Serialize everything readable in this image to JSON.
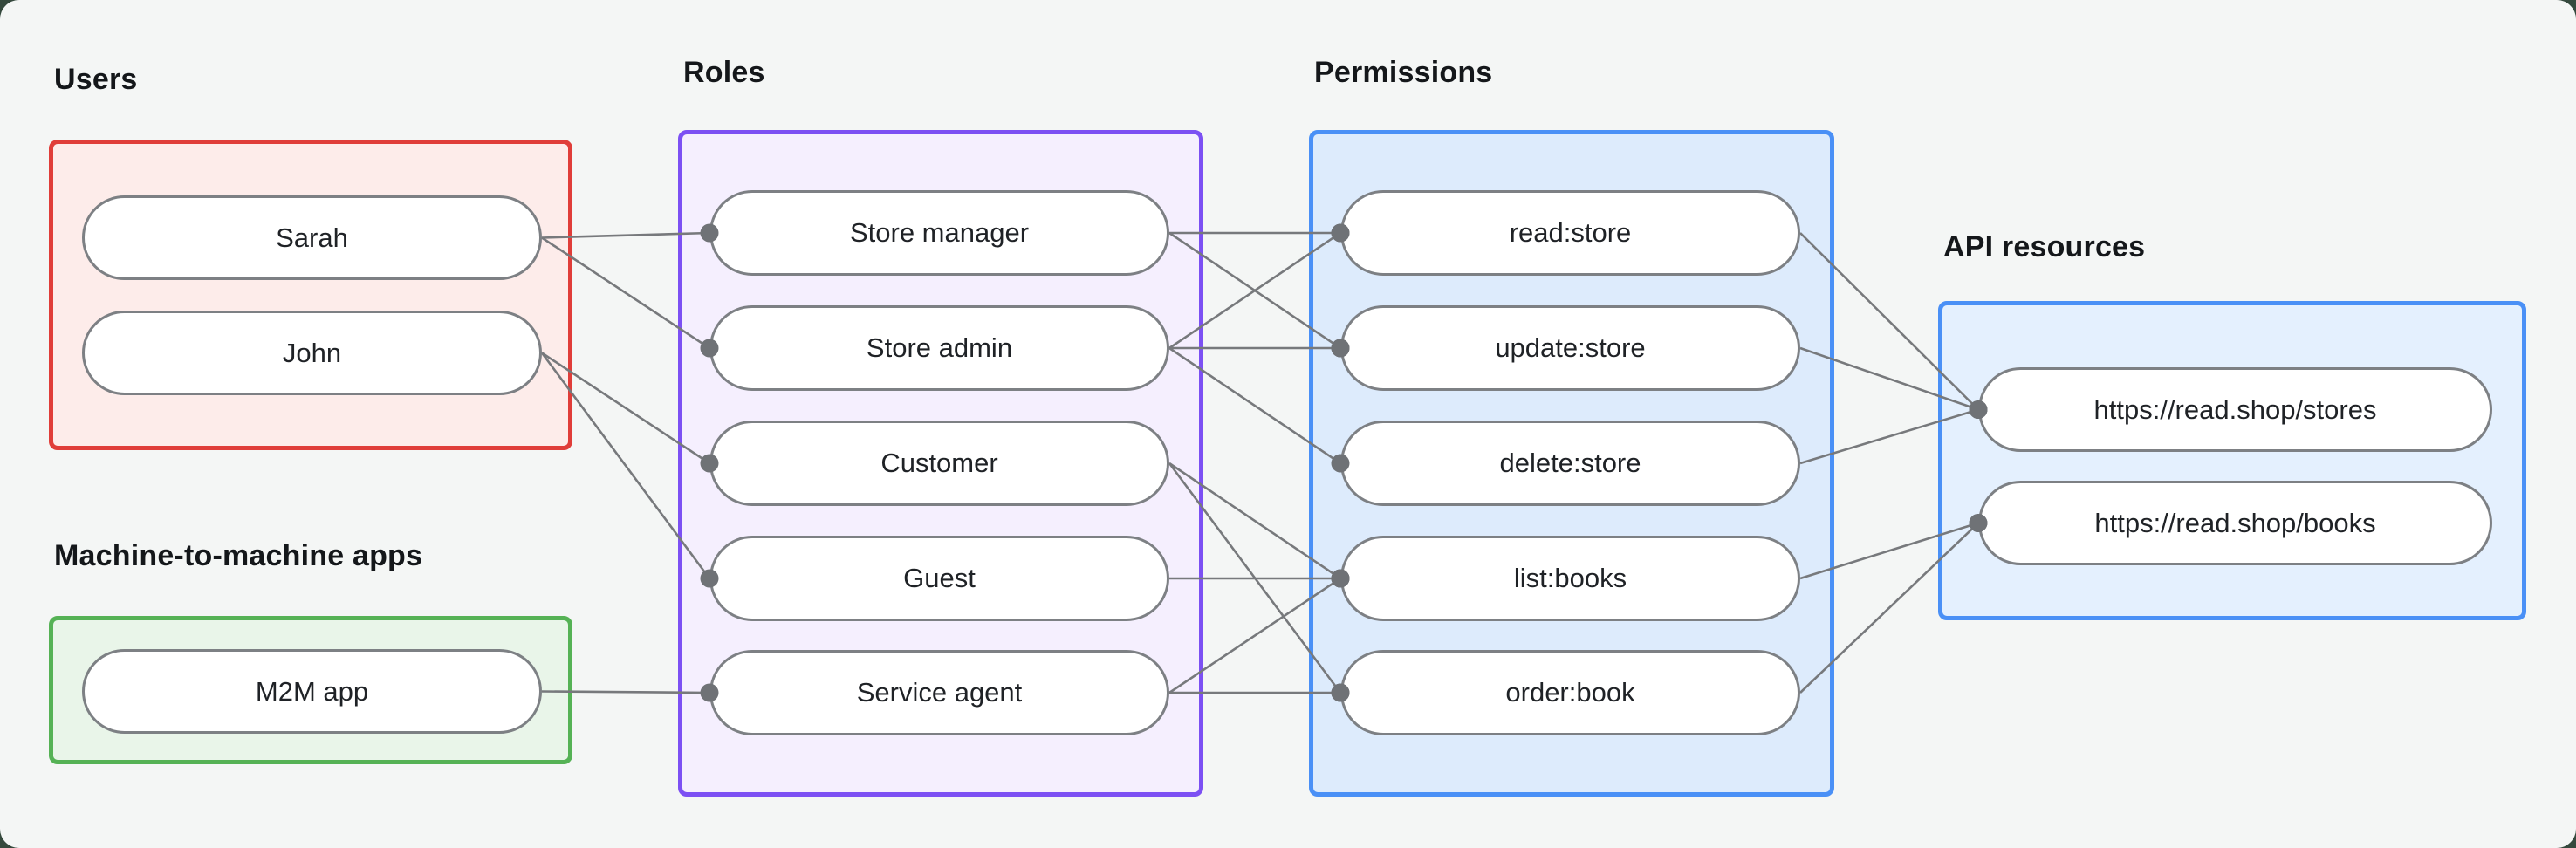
{
  "canvas": {
    "background": "#f4f6f5",
    "page_background": "#35493d"
  },
  "colors": {
    "line": "#77797c",
    "dot": "#6f7276",
    "pill_border": "#7d8084",
    "pill_fill": "#ffffff",
    "label_text": "#14171a"
  },
  "groups": {
    "users": {
      "label": "Users",
      "border": "#e03d39",
      "fill": "#fdecea"
    },
    "m2m": {
      "label": "Machine-to-machine apps",
      "border": "#55b255",
      "fill": "#e9f5e9"
    },
    "roles": {
      "label": "Roles",
      "border": "#7c50f3",
      "fill": "#f5effe"
    },
    "permissions": {
      "label": "Permissions",
      "border": "#4a90f6",
      "fill": "#ddebfc"
    },
    "api": {
      "label": "API resources",
      "border": "#4a90f6",
      "fill": "#e4f0fe"
    }
  },
  "nodes": [
    {
      "id": "sarah",
      "group": "users",
      "label": "Sarah"
    },
    {
      "id": "john",
      "group": "users",
      "label": "John"
    },
    {
      "id": "m2m_app",
      "group": "m2m",
      "label": "M2M app"
    },
    {
      "id": "store_manager",
      "group": "roles",
      "label": "Store manager"
    },
    {
      "id": "store_admin",
      "group": "roles",
      "label": "Store admin"
    },
    {
      "id": "customer",
      "group": "roles",
      "label": "Customer"
    },
    {
      "id": "guest",
      "group": "roles",
      "label": "Guest"
    },
    {
      "id": "service_agent",
      "group": "roles",
      "label": "Service agent"
    },
    {
      "id": "read_store",
      "group": "permissions",
      "label": "read:store"
    },
    {
      "id": "update_store",
      "group": "permissions",
      "label": "update:store"
    },
    {
      "id": "delete_store",
      "group": "permissions",
      "label": "delete:store"
    },
    {
      "id": "list_books",
      "group": "permissions",
      "label": "list:books"
    },
    {
      "id": "order_book",
      "group": "permissions",
      "label": "order:book"
    },
    {
      "id": "stores_api",
      "group": "api",
      "label": "https://read.shop/stores"
    },
    {
      "id": "books_api",
      "group": "api",
      "label": "https://read.shop/books"
    }
  ],
  "edges": [
    {
      "from": "sarah",
      "to": "store_manager"
    },
    {
      "from": "sarah",
      "to": "store_admin"
    },
    {
      "from": "john",
      "to": "customer"
    },
    {
      "from": "john",
      "to": "guest"
    },
    {
      "from": "m2m_app",
      "to": "service_agent"
    },
    {
      "from": "store_manager",
      "to": "read_store"
    },
    {
      "from": "store_manager",
      "to": "update_store"
    },
    {
      "from": "store_admin",
      "to": "read_store"
    },
    {
      "from": "store_admin",
      "to": "update_store"
    },
    {
      "from": "store_admin",
      "to": "delete_store"
    },
    {
      "from": "customer",
      "to": "list_books"
    },
    {
      "from": "customer",
      "to": "order_book"
    },
    {
      "from": "guest",
      "to": "list_books"
    },
    {
      "from": "service_agent",
      "to": "list_books"
    },
    {
      "from": "service_agent",
      "to": "order_book"
    },
    {
      "from": "read_store",
      "to": "stores_api"
    },
    {
      "from": "update_store",
      "to": "stores_api"
    },
    {
      "from": "delete_store",
      "to": "stores_api"
    },
    {
      "from": "list_books",
      "to": "books_api"
    },
    {
      "from": "order_book",
      "to": "books_api"
    }
  ]
}
